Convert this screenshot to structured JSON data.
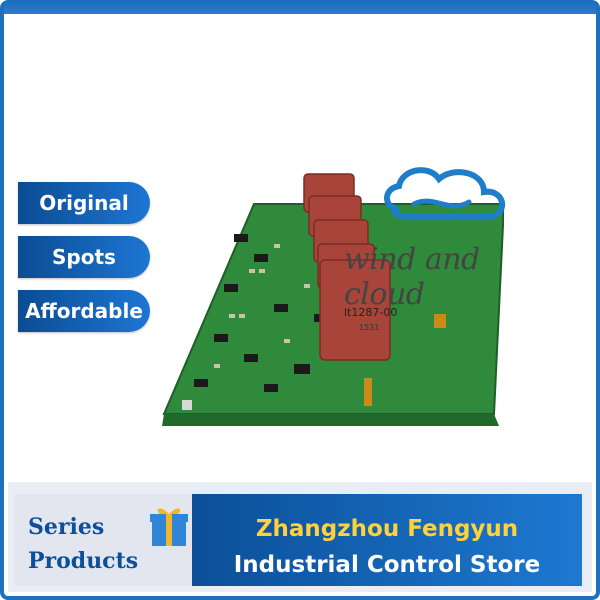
{
  "badges": [
    "Original",
    "Spots",
    "Affordable"
  ],
  "brand": {
    "name": "wind and cloud",
    "icon": "cloud-logo-icon"
  },
  "product": {
    "label_code": "lt1287-00",
    "label_sub": "1531"
  },
  "footer": {
    "series_line1": "Series",
    "series_line2": "Products",
    "store_line1": "Zhangzhou Fengyun",
    "store_line2": "Industrial Control Store",
    "gift_icon": "gift-box-icon"
  },
  "colors": {
    "accent": "#1f6fc0",
    "store_highlight": "#ffd13a",
    "board": "#2f8a3c",
    "component": "#a9443a"
  }
}
